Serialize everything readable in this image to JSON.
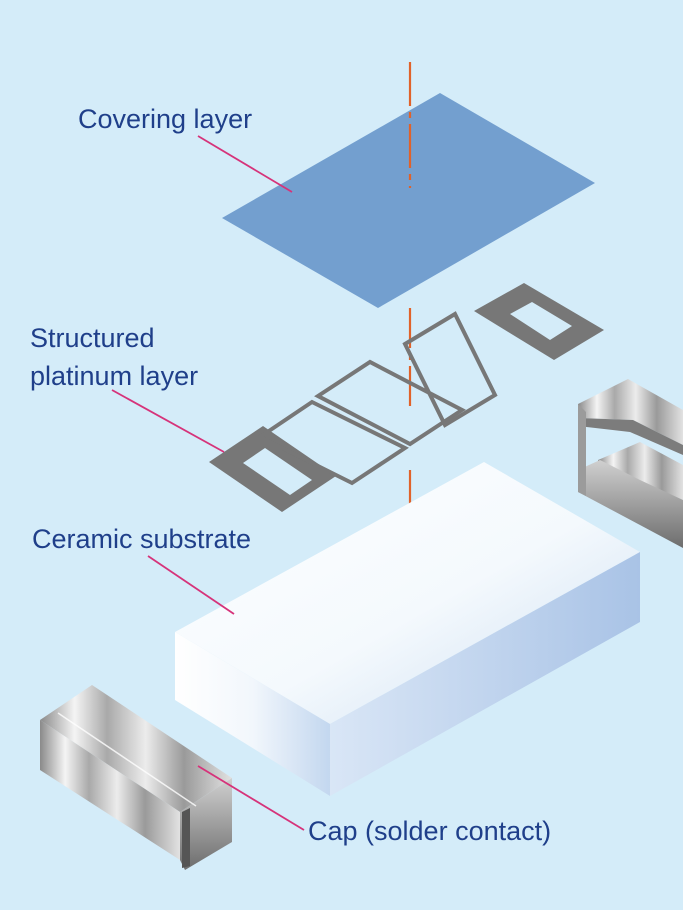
{
  "labels": {
    "covering_layer": "Covering layer",
    "platinum_line1": "Structured",
    "platinum_line2": "platinum layer",
    "ceramic_substrate": "Ceramic substrate",
    "cap": "Cap (solder contact)"
  },
  "colors": {
    "background": "#d4ecf9",
    "label_text": "#1f3f8a",
    "leader_line": "#d6337a",
    "axis_line": "#e0622a",
    "covering_layer": "#739fcf",
    "platinum": "#777777"
  }
}
